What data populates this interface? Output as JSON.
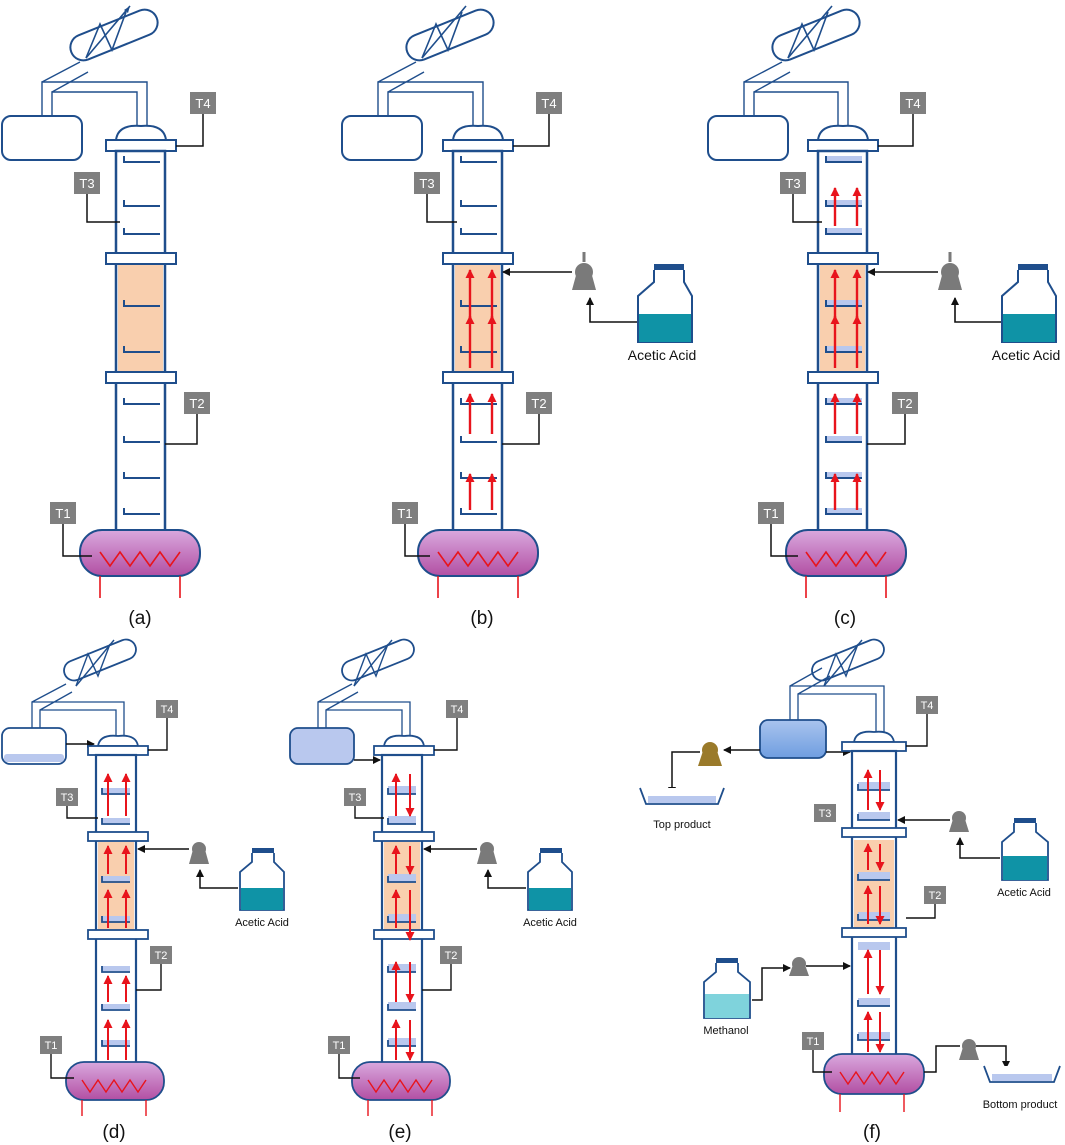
{
  "panels": [
    {
      "caption": "(a)"
    },
    {
      "caption": "(b)"
    },
    {
      "caption": "(c)"
    },
    {
      "caption": "(d)"
    },
    {
      "caption": "(e)"
    },
    {
      "caption": "(f)"
    }
  ],
  "sensors": [
    "T1",
    "T2",
    "T3",
    "T4"
  ],
  "labels": {
    "acid": "Acetic Acid",
    "methanol": "Methanol",
    "top_product": "Top product",
    "bottom_product": "Bottom product"
  },
  "colors": {
    "column": "#1f4e8c",
    "packing": "#f9cfae",
    "vapor_arrow": "#e8141c",
    "reboiler_liquid": "#b24fa3",
    "acid_liquid": "#0f93a6",
    "methanol_liquid": "#7fd3dc",
    "condensate": "#b9c8ee",
    "pump": "#7a7a7a",
    "product_pump": "#9a7a2a",
    "sensor_tag": "#7f7f7f"
  }
}
